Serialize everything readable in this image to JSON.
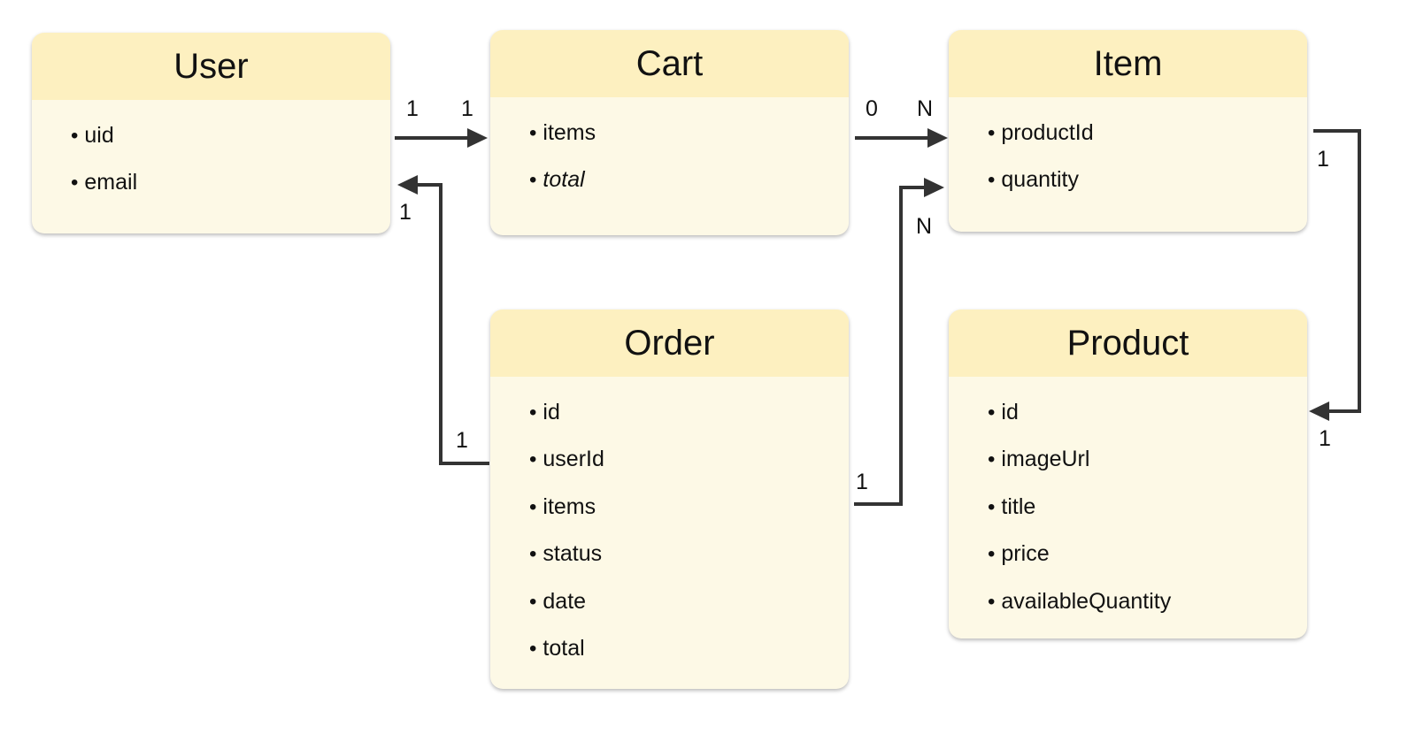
{
  "entities": {
    "user": {
      "title": "User",
      "fields": [
        "uid",
        "email"
      ]
    },
    "cart": {
      "title": "Cart",
      "fields": [
        "items",
        "total"
      ]
    },
    "item": {
      "title": "Item",
      "fields": [
        "productId",
        "quantity"
      ]
    },
    "order": {
      "title": "Order",
      "fields": [
        "id",
        "userId",
        "items",
        "status",
        "date",
        "total"
      ]
    },
    "product": {
      "title": "Product",
      "fields": [
        "id",
        "imageUrl",
        "title",
        "price",
        "availableQuantity"
      ]
    }
  },
  "relations": {
    "user_cart": {
      "source_card": "1",
      "target_card": "1"
    },
    "cart_item": {
      "source_card": "0",
      "target_card": "N"
    },
    "order_user": {
      "source_card": "1",
      "target_card": "1"
    },
    "order_item": {
      "source_card": "1",
      "target_card": "N"
    },
    "item_product": {
      "source_card": "1",
      "target_card": "1"
    }
  },
  "bullet": "•",
  "colors": {
    "header": "#fdf0c0",
    "body": "#fdf9e6",
    "connector": "#333333"
  }
}
